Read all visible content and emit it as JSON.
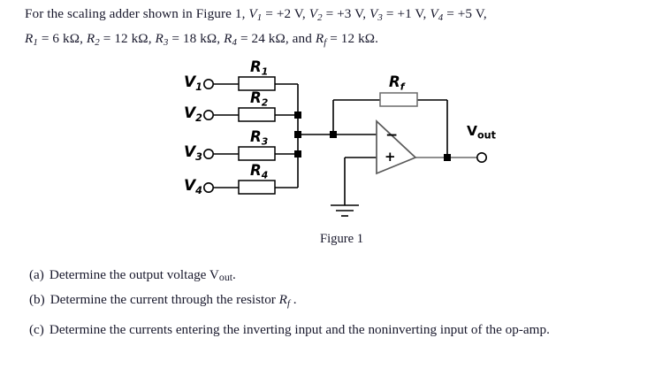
{
  "problem": {
    "line1_prefix": "For the scaling adder shown in Figure 1, ",
    "v1_name": "V",
    "v1_sub": "1",
    "v1_value": " = +2 V, ",
    "v2_name": "V",
    "v2_sub": "2",
    "v2_value": " = +3 V, ",
    "v3_name": "V",
    "v3_sub": "3",
    "v3_value": " = +1 V, ",
    "v4_name": "V",
    "v4_sub": "4",
    "v4_value": " = +5 V,",
    "r1_name": "R",
    "r1_sub": "1",
    "r1_value": " = 6 kΩ, ",
    "r2_name": "R",
    "r2_sub": "2",
    "r2_value": " = 12 kΩ, ",
    "r3_name": "R",
    "r3_sub": "3",
    "r3_value": " = 18 kΩ, ",
    "r4_name": "R",
    "r4_sub": "4",
    "r4_value": " = 24 kΩ, and ",
    "rf_name": "R",
    "rf_sub": "f",
    "rf_value": " = 12 kΩ."
  },
  "figure": {
    "caption": "Figure 1",
    "resistor_labels": [
      {
        "name": "R",
        "sub": "1"
      },
      {
        "name": "R",
        "sub": "2"
      },
      {
        "name": "R",
        "sub": "3"
      },
      {
        "name": "R",
        "sub": "4"
      }
    ],
    "feedback_resistor": {
      "name": "R",
      "sub": "f"
    },
    "source_labels": [
      {
        "name": "V",
        "sub": "1"
      },
      {
        "name": "V",
        "sub": "2"
      },
      {
        "name": "V",
        "sub": "3"
      },
      {
        "name": "V",
        "sub": "4"
      }
    ],
    "output_label": {
      "name": "V",
      "sub": "out"
    },
    "opamp_inverting_symbol": "−",
    "opamp_noninverting_symbol": "+",
    "colors": {
      "wire": "#000000",
      "opamp_outline": "#4a4a4a",
      "resistor_fill": "#ffffff",
      "background": "#ffffff"
    }
  },
  "questions": [
    {
      "label": "(a)",
      "text_before": "Determine the output voltage V",
      "sub": "out",
      "text_after": "."
    },
    {
      "label": "(b)",
      "text_before": "Determine the current through the resistor  ",
      "rname": "R",
      "sub": "f",
      "text_after": " ."
    },
    {
      "label": "(c)",
      "text_before": "Determine the currents entering the inverting input and the noninverting input of the op-amp.",
      "sub": "",
      "text_after": ""
    }
  ]
}
